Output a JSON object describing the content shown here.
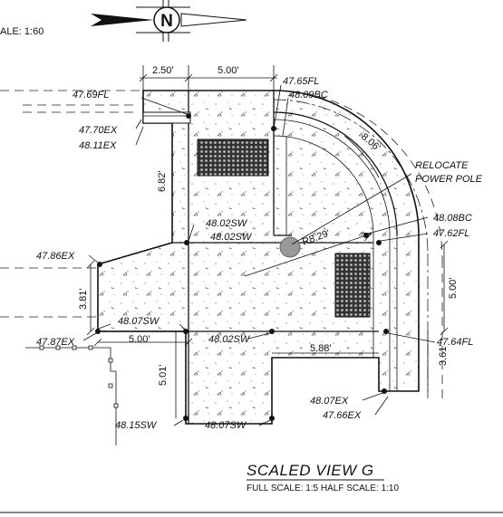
{
  "scale_label": "ALE: 1:60",
  "north_letter": "N",
  "view": {
    "title": "SCALED VIEW G",
    "subtitle": "FULL SCALE: 1:5   HALF SCALE: 1:10"
  },
  "dimensions": {
    "top_left": "2.50'",
    "top_right": "5.00'",
    "vertical_upper": "6.82'",
    "vertical_left": "3.81'",
    "horizontal_left": "5.00'",
    "vertical_lower": "5.01'",
    "horizontal_right": "5.88'",
    "vertical_right": "5.00'",
    "vertical_right_lower": "3.61'",
    "arc_length": "8.06'",
    "radius": "R8.29'"
  },
  "elevations": {
    "fl_4765": "47.65FL",
    "fl_4769": "47.69FL",
    "bc_4809": "48.09BC",
    "ex_4770": "47.70EX",
    "ex_4811": "48.11EX",
    "sw_4802_upper": "48.02SW",
    "sw_4802_mid": "48.02SW",
    "ex_4786": "47.86EX",
    "bc_4808": "48.08BC",
    "fl_4762": "47.62FL",
    "sw_4807_left": "48.07SW",
    "sw_4802_lower": "48.02SW",
    "ex_4787": "47.87EX",
    "fl_4764": "47.64FL",
    "ex_4807": "48.07EX",
    "ex_4766": "47.66EX",
    "sw_4815": "48.15SW",
    "sw_4807_bottom": "48.07SW"
  },
  "notes": {
    "relocate_line1": "RELOCATE",
    "relocate_line2": "POWER POLE"
  }
}
